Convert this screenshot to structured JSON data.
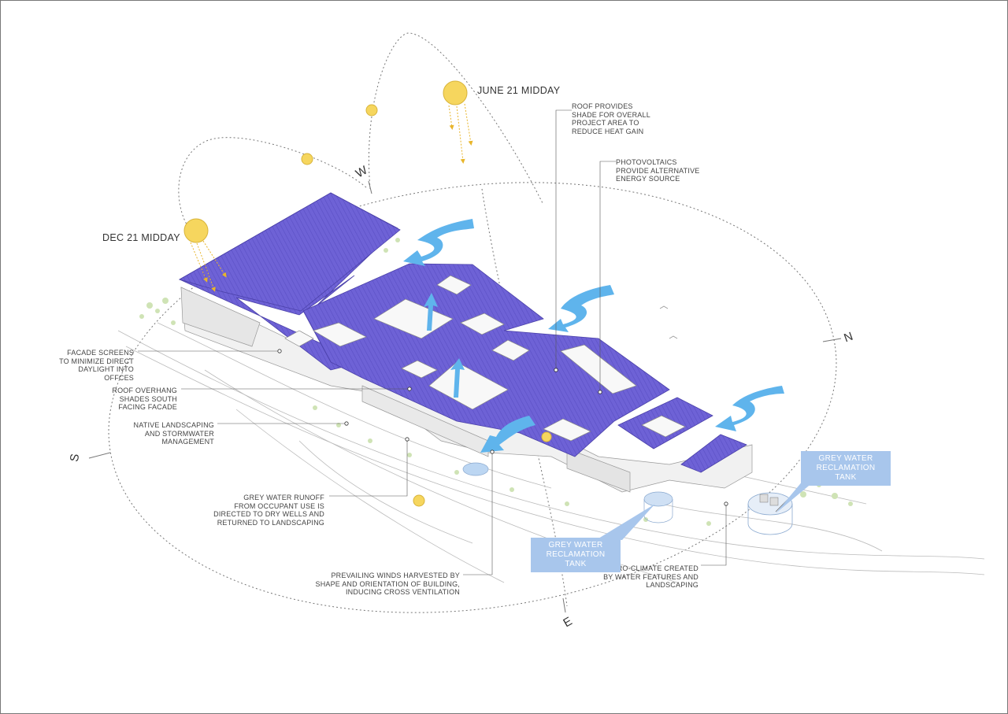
{
  "sun_labels": {
    "june": "JUNE 21 MIDDAY",
    "dec": "DEC 21 MIDDAY"
  },
  "directions": {
    "w": "W",
    "n": "N",
    "s": "S",
    "e": "E"
  },
  "annotations": {
    "roof_shade": "ROOF PROVIDES\nSHADE FOR OVERALL\nPROJECT AREA TO\nREDUCE HEAT GAIN",
    "photovoltaics": "PHOTOVOLTAICS\nPROVIDE ALTERNATIVE\nENERGY SOURCE",
    "facade_screens": "FACADE SCREENS\nTO MINIMIZE DIRECT\nDAYLIGHT INTO OFFCES",
    "roof_overhang": "ROOF OVERHANG\nSHADES SOUTH\nFACING FACADE",
    "native_landscaping": "NATIVE LANDSCAPING\nAND STORMWATER\nMANAGEMENT",
    "grey_water_runoff": "GREY WATER RUNOFF\nFROM OCCUPANT USE IS\nDIRECTED TO DRY WELLS AND\nRETURNED TO LANDSCAPING",
    "prevailing_winds": "PREVAILING WINDS  HARVESTED BY\nSHAPE AND ORIENTATION OF BUILDING,\nINDUCING CROSS VENTILATION",
    "micro_climate": "MICRO-CLIMATE CREATED\nBY WATER FEATURES AND\nLANDSCAPING"
  },
  "tank_labels": {
    "tank_right": "GREY WATER\nRECLAMATION TANK",
    "tank_center": "GREY WATER\nRECLAMATION TANK"
  },
  "colors": {
    "roof": "#6e62d6",
    "roof_stripe": "#5a4fc4",
    "sun": "#f6d65e",
    "sun_stroke": "#d8b43a",
    "wind": "#5fb4ec",
    "tank_label_bg": "#a8c6ec",
    "linework": "#888888"
  }
}
